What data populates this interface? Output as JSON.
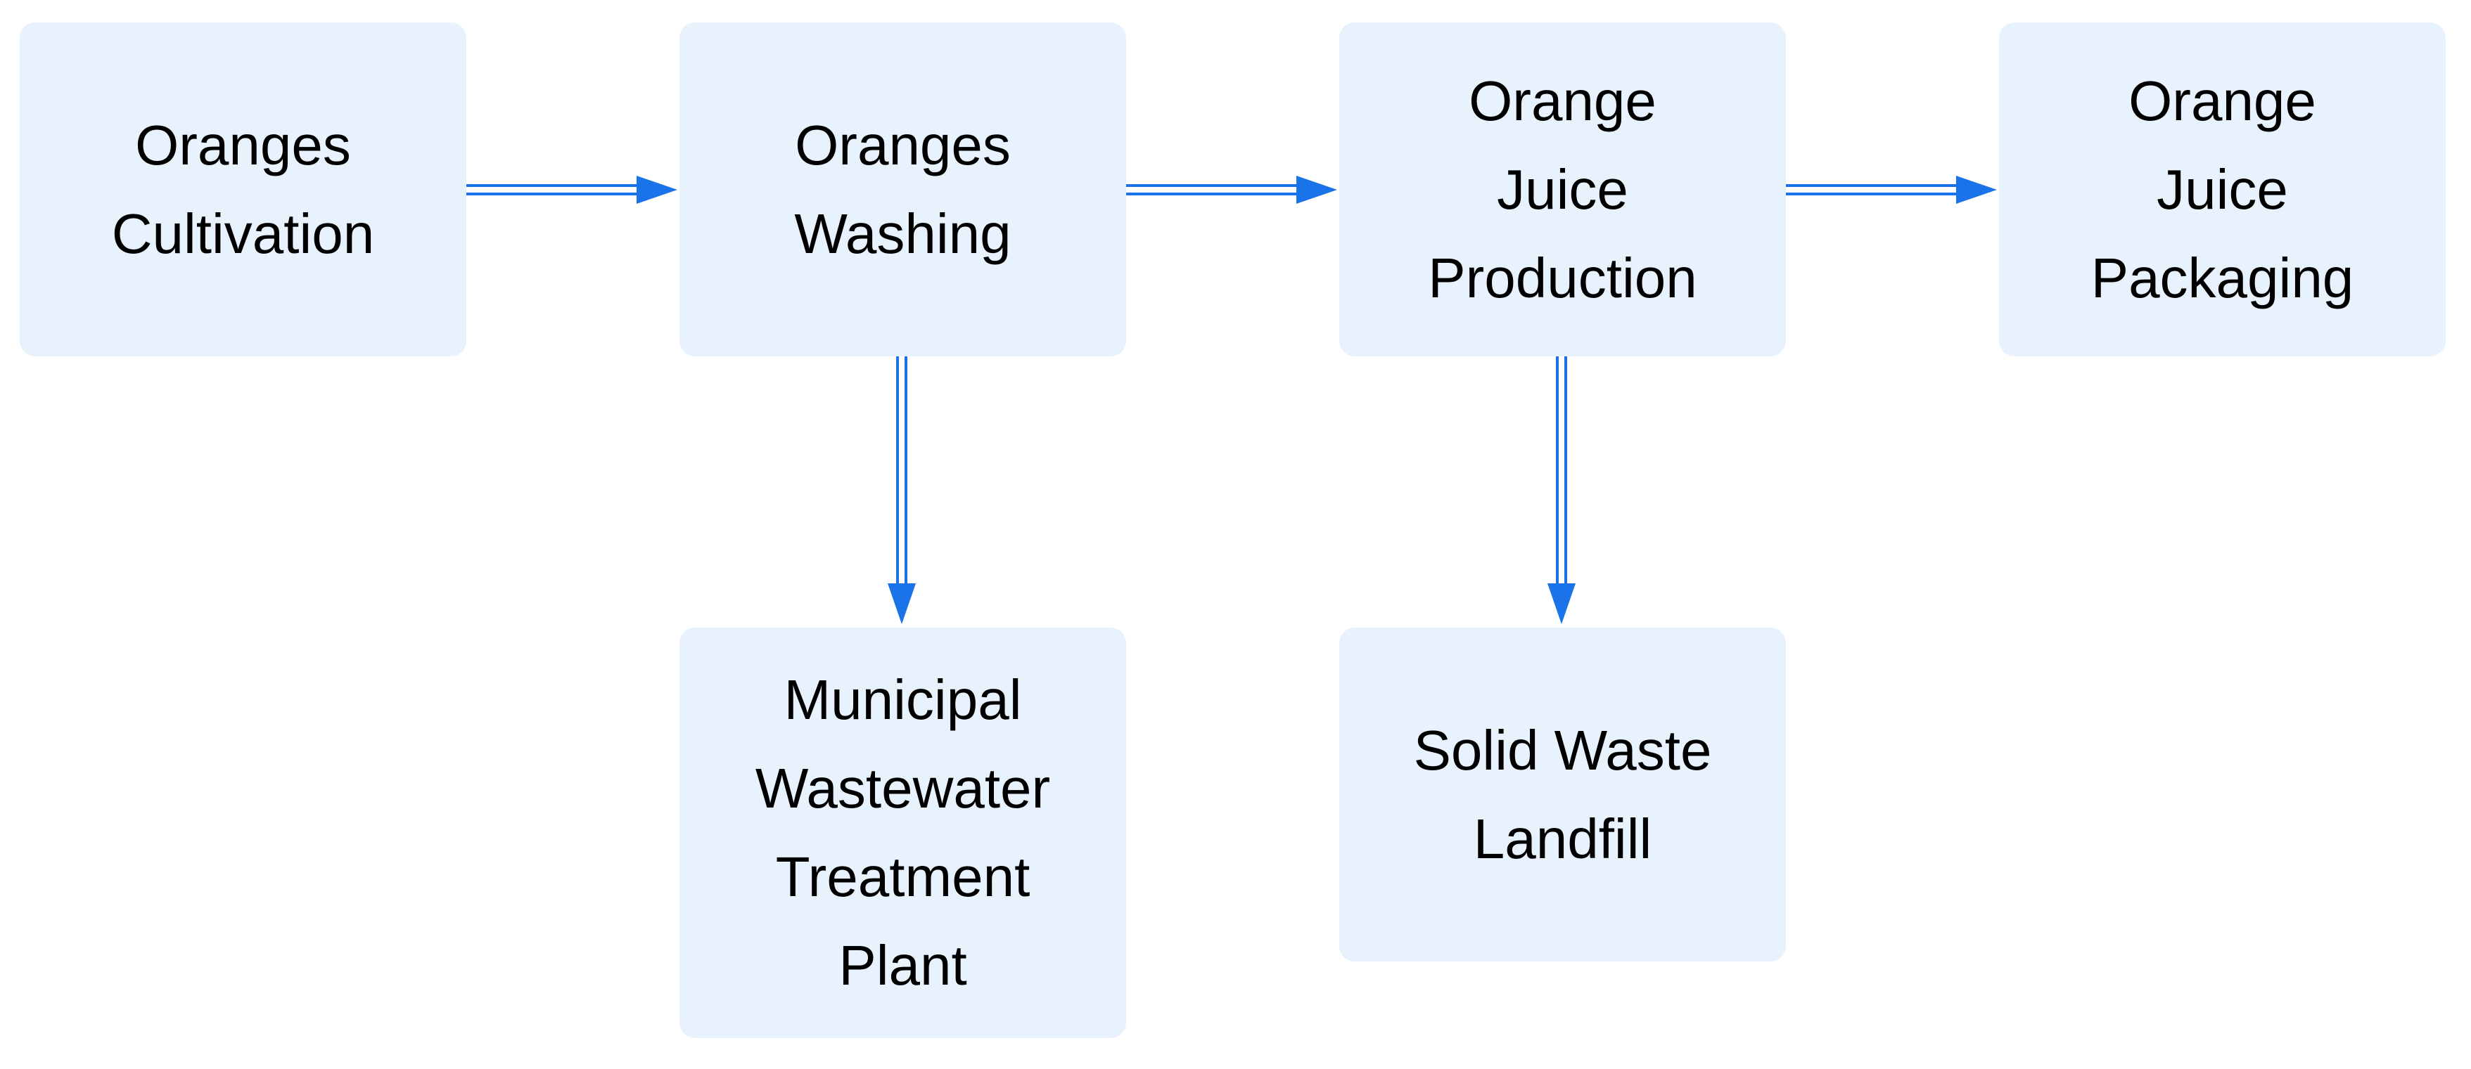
{
  "colors": {
    "node_fill": "#e8f2fc",
    "arrow": "#1a73e8",
    "text": "#000000"
  },
  "diagram": {
    "nodes": [
      {
        "id": "oranges-cultivation",
        "label": "Oranges\nCultivation"
      },
      {
        "id": "oranges-washing",
        "label": "Oranges\nWashing"
      },
      {
        "id": "orange-juice-production",
        "label": "Orange\nJuice\nProduction"
      },
      {
        "id": "orange-juice-packaging",
        "label": "Orange\nJuice\nPackaging"
      },
      {
        "id": "municipal-wastewater-treatment-plant",
        "label": "Municipal\nWastewater\nTreatment\nPlant"
      },
      {
        "id": "solid-waste-landfill",
        "label": "Solid Waste\nLandfill"
      }
    ],
    "edges": [
      {
        "from": "oranges-cultivation",
        "to": "oranges-washing"
      },
      {
        "from": "oranges-washing",
        "to": "orange-juice-production"
      },
      {
        "from": "orange-juice-production",
        "to": "orange-juice-packaging"
      },
      {
        "from": "oranges-washing",
        "to": "municipal-wastewater-treatment-plant"
      },
      {
        "from": "orange-juice-production",
        "to": "solid-waste-landfill"
      }
    ]
  }
}
